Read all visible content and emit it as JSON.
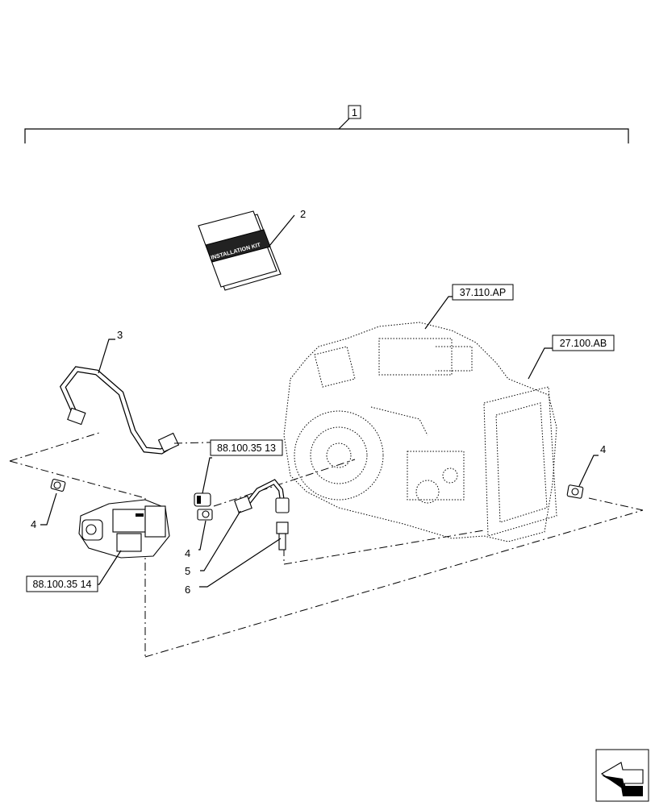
{
  "callouts": {
    "kit": "1",
    "manual": "2",
    "tube": "3",
    "plug_left": "4",
    "plug_mid": "4",
    "plug_right": "4",
    "fitting": "5",
    "sensor": "6"
  },
  "references": {
    "ref_top": "37.110.AP",
    "ref_housing": "27.100.AB",
    "ref_valve": "88.100.35 13",
    "ref_pump": "88.100.35 14"
  },
  "manual_cover_text": "INSTALLATION KIT",
  "icons": {
    "nav": "arrow-left-icon"
  }
}
